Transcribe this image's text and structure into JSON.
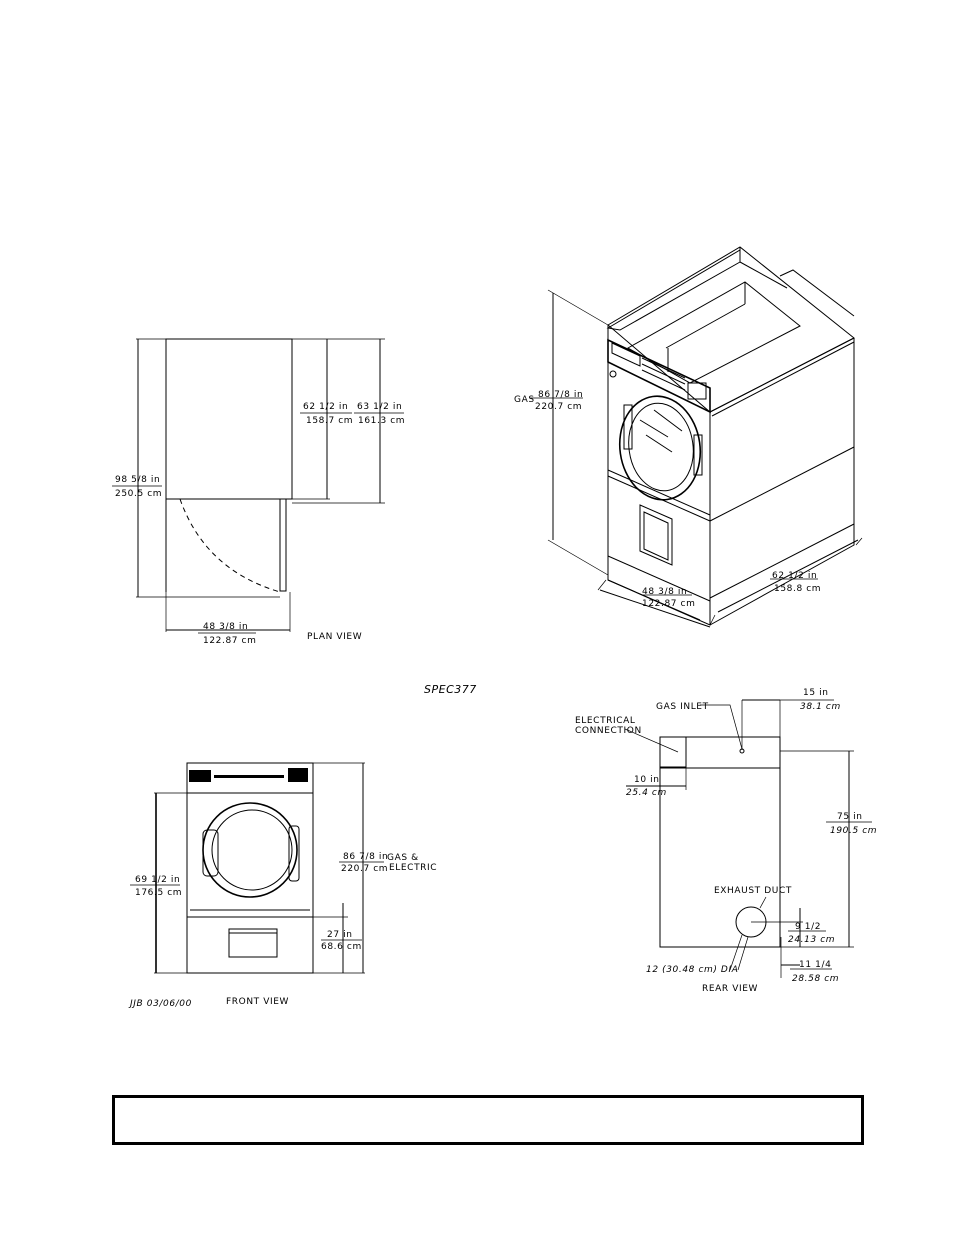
{
  "spec_code": "SPEC377",
  "author_date": "JJB 03/06/00",
  "plan_view": {
    "title": "PLAN VIEW",
    "depth_total": {
      "in": "98 5/8 in",
      "cm": "250.5 cm"
    },
    "depth_a": {
      "in": "62 1/2 in",
      "cm": "158.7 cm"
    },
    "depth_b": {
      "in": "63 1/2 in",
      "cm": "161.3 cm"
    },
    "width": {
      "in": "48 3/8 in",
      "cm": "122.87 cm"
    }
  },
  "iso_view": {
    "height_label": "GAS",
    "height": {
      "in": "86 7/8 in",
      "cm": "220.7 cm"
    },
    "width": {
      "in": "48 3/8 in",
      "cm": "122.87 cm"
    },
    "depth": {
      "in": "62 1/2 in",
      "cm": "158.8 cm"
    }
  },
  "front_view": {
    "title": "FRONT VIEW",
    "door_height": {
      "in": "69 1/2 in",
      "cm": "176.5 cm"
    },
    "total_height": {
      "in": "86 7/8 in",
      "cm": "220.7 cm"
    },
    "fuel_1": "GAS &",
    "fuel_2": "ELECTRIC",
    "base_height": {
      "in": "27 in",
      "cm": "68.6 cm"
    }
  },
  "rear_view": {
    "title": "REAR VIEW",
    "electrical_1": "ELECTRICAL",
    "electrical_2": "CONNECTION",
    "gas_inlet": "GAS INLET",
    "gas_offset": {
      "in": "15 in",
      "cm": "38.1 cm"
    },
    "elec_offset": {
      "in": "10 in",
      "cm": "25.4 cm"
    },
    "gas_height": {
      "in": "75 in",
      "cm": "190.5 cm"
    },
    "exhaust": "EXHAUST DUCT",
    "exhaust_height": {
      "in": "9 1/2",
      "cm": "24.13 cm"
    },
    "exhaust_offset": {
      "in": "11 1/4",
      "cm": "28.58 cm"
    },
    "exhaust_dia": "12  (30.48 cm) DIA"
  }
}
